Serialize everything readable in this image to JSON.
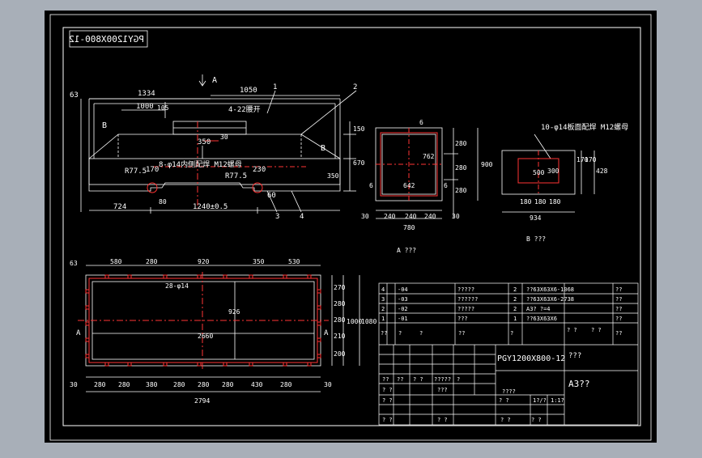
{
  "title_block_flipped": "PGY1200X800-12",
  "view_labels": {
    "a_arrow": "A",
    "b_left": "B",
    "b_right": "B",
    "view_a": "A ???",
    "view_b": "B ???",
    "plan_a_left": "A",
    "plan_a_right": "A"
  },
  "callouts": [
    "1",
    "2",
    "3",
    "4"
  ],
  "front_view": {
    "dims_top": [
      "63",
      "1334",
      "1050",
      "1000",
      "105"
    ],
    "holes_note_top": "4-22腰开",
    "holes_note_side": "8-φ14内侧配焊 M12螺母",
    "dims_mid": [
      "30",
      "350",
      "170",
      "R77.5",
      "R77.5",
      "230",
      "60",
      "80"
    ],
    "dims_right": [
      "150",
      "670",
      "350"
    ],
    "dims_bottom": [
      "724",
      "1240±0.5"
    ]
  },
  "section_a": {
    "dims": [
      "6",
      "280",
      "280",
      "280",
      "762",
      "900",
      "642",
      "6",
      "6",
      "30",
      "240",
      "240",
      "240",
      "30",
      "780"
    ]
  },
  "view_b": {
    "note": "10-φ14板面配焊 M12螺母",
    "dims": [
      "500",
      "300",
      "170",
      "170",
      "428",
      "180",
      "180",
      "180",
      "934"
    ]
  },
  "plan_view": {
    "dims_top": [
      "63",
      "580",
      "280",
      "920",
      "350",
      "530"
    ],
    "holes_note": "28-φ14",
    "dims_inner": [
      "926",
      "2660"
    ],
    "dims_right": [
      "270",
      "280",
      "280",
      "210",
      "200",
      "1000",
      "1080"
    ],
    "dims_bottom": [
      "30",
      "280",
      "280",
      "380",
      "280",
      "280",
      "280",
      "430",
      "280",
      "30"
    ],
    "overall": "2794"
  },
  "bom_rows": [
    {
      "no": "4",
      "code": "-04",
      "name": "?????",
      "qty": "2",
      "mat": "??63X63X6-1068",
      "note": "??"
    },
    {
      "no": "3",
      "code": "-03",
      "name": "??????",
      "qty": "2",
      "mat": "??63X63X6-2738",
      "note": "??"
    },
    {
      "no": "2",
      "code": "-02",
      "name": "?????",
      "qty": "2",
      "mat": "A3? ?=4",
      "note": "??"
    },
    {
      "no": "1",
      "code": "-01",
      "name": "???",
      "qty": "1",
      "mat": "??63X63X6",
      "note": "??"
    }
  ],
  "bom_header": [
    "??",
    "?",
    "?",
    "??",
    "?",
    "? ?",
    "? ?",
    "??"
  ],
  "title_block": {
    "drawing_no": "PGY1200X800-12",
    "name": "???",
    "material": "A3??",
    "row1": [
      "??",
      "??",
      "? ?",
      "?????",
      "?"
    ],
    "row2": [
      "? ?",
      "???",
      "????"
    ],
    "row3": [
      "? ?",
      "? ?",
      "1?/?",
      "1:1?"
    ],
    "row4": [
      "? ?",
      "? ?",
      "? ?",
      "? ?"
    ]
  }
}
